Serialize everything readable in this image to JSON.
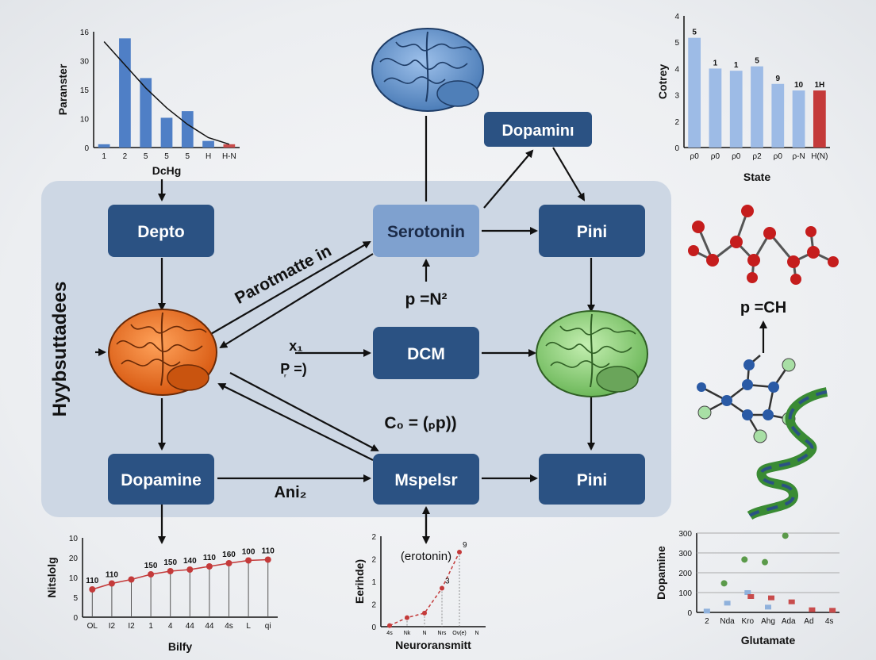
{
  "colors": {
    "panel": "#cdd7e4",
    "node": "#2b5283",
    "node_light": "#7fa1cf",
    "brain_blue": "#6b9ad1",
    "brain_orange": "#f07a28",
    "brain_green": "#8fd07c",
    "arrow": "#111111"
  },
  "diagram": {
    "side_label": "Hyybsuttadees",
    "nodes": {
      "depto": "Depto",
      "serotonin": "Serotonin",
      "pini_top": "Pini",
      "dopamini": "Dopaminı",
      "dcm": "DCM",
      "dopamine": "Dopamine",
      "mspelsr": "Mspelsr",
      "pini_bottom": "Pini"
    },
    "edge_labels": {
      "parotmatte": "Parotmatte in",
      "p_n2": "p =N²",
      "x1": "x₁",
      "p_eq": "P᷊ =)",
      "c_eq": "C₀ = (ₚp))",
      "ani2": "Ani₂",
      "p_ch": "p =CH"
    }
  },
  "charts": [
    {
      "id": "top_left",
      "chart_data": {
        "type": "bar",
        "xlabel": "DcHg",
        "ylabel": "Paranster",
        "ytick_labels": [
          "0",
          "10",
          "15",
          "30",
          "16"
        ],
        "categories": [
          "1",
          "2",
          "5",
          "5",
          "5",
          "H",
          "H-N"
        ],
        "values": [
          1,
          33,
          21,
          9,
          11,
          2,
          1
        ],
        "trend_values": [
          32,
          25,
          18,
          12,
          7,
          3,
          1
        ]
      }
    },
    {
      "id": "top_right",
      "chart_data": {
        "type": "bar",
        "xlabel": "State",
        "ylabel": "Cotrey",
        "ytick_labels": [
          "0",
          "2",
          "3",
          "4",
          "5",
          "4"
        ],
        "categories": [
          "ρ0",
          "ρ0",
          "ρ0",
          "ρ2",
          "ρ0",
          "ρ-N",
          "H(N)"
        ],
        "values": [
          5.0,
          3.6,
          3.5,
          3.7,
          2.9,
          2.6,
          2.6
        ],
        "value_labels": [
          "5",
          "1",
          "1",
          "5",
          "9",
          "10",
          "1H"
        ],
        "highlight_color": "#c43a3a"
      }
    },
    {
      "id": "bottom_left",
      "chart_data": {
        "type": "line",
        "xlabel": "Bilfy",
        "ylabel": "Nitslolg",
        "ytick_labels": [
          "0",
          "5",
          "10",
          "20",
          "10"
        ],
        "categories": [
          "OL",
          "I2",
          "I2",
          "1",
          "4",
          "44",
          "44",
          "4s",
          "L",
          "qi"
        ],
        "values": [
          7,
          8.5,
          9.5,
          10.8,
          11.6,
          12,
          12.8,
          13.6,
          14.3,
          14.5
        ],
        "value_labels": [
          "110",
          "110",
          "",
          "150",
          "150",
          "140",
          "110",
          "160",
          "100",
          "110"
        ]
      }
    },
    {
      "id": "bottom_center",
      "chart_data": {
        "type": "line",
        "xlabel": "Neuroransmitt",
        "ylabel": "Eerihde)",
        "annotation": "(erotonin)",
        "ytick_labels": [
          "0",
          "2",
          "1",
          "2",
          "2"
        ],
        "categories": [
          "4s",
          "Nk",
          "N",
          "Nrs",
          "Ov(e)",
          "N"
        ],
        "values": [
          0.05,
          0.4,
          0.6,
          1.7,
          3.3
        ],
        "point_labels": [
          "",
          "",
          "",
          "3",
          "9"
        ]
      }
    },
    {
      "id": "bottom_right",
      "chart_data": {
        "type": "scatter",
        "xlabel": "Glutamate",
        "ylabel": "Dopamine",
        "ytick_labels": [
          "0",
          "100",
          "200",
          "300",
          "300"
        ],
        "categories": [
          "2",
          "Nda",
          "Kro",
          "Ahg",
          "Ada",
          "Ad",
          "4s"
        ],
        "series": [
          {
            "name": "",
            "color": "#5b9a4a",
            "values": [
              null,
              110,
              200,
              190,
              290,
              null,
              null
            ]
          },
          {
            "name": "",
            "color": "#8fb1dc",
            "values": [
              5,
              35,
              75,
              20,
              null,
              null,
              null
            ]
          },
          {
            "name": "",
            "color": "#c84c4c",
            "values": [
              null,
              null,
              60,
              55,
              40,
              10,
              8
            ]
          }
        ]
      }
    }
  ]
}
